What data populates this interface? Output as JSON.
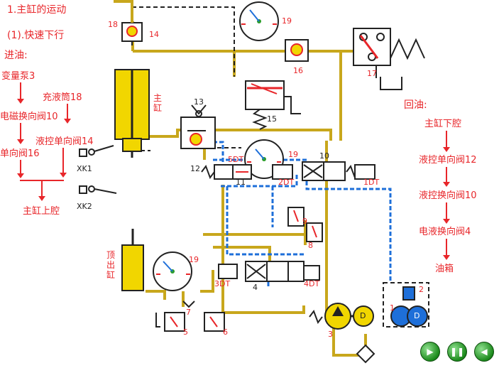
{
  "title": {
    "main": "1.主缸的运动",
    "sub": "(1).快速下行",
    "in_oil": "进油:"
  },
  "in_path": {
    "steps": [
      "变量泵3",
      "电磁换向阀10",
      "单向阀16",
      "主缸上腔"
    ],
    "branch_top": "充液筒18",
    "branch_mid": "液控单向阀14"
  },
  "return_path": {
    "heading": "回油:",
    "steps": [
      "主缸下腔",
      "液控单向阀12",
      "液控换向阀10",
      "电液换向阀4",
      "油箱"
    ]
  },
  "labels": {
    "main_cyl": "主\n缸",
    "top_cyl": "顶\n出\n缸",
    "xk1": "XK1",
    "xk2": "XK2",
    "n18": "18",
    "n14": "14",
    "n19a": "19",
    "n16": "16",
    "n17": "17",
    "n13": "13",
    "n15": "15",
    "n12": "12",
    "n19b": "19",
    "n10": "10",
    "n5dt": "5DT",
    "n11": "11",
    "n2dt": "2DT",
    "n1dt": "1DT",
    "n9": "9",
    "n8": "8",
    "n19c": "19",
    "n7": "7",
    "n3dt": "3DT",
    "n4": "4",
    "n4dt": "4DT",
    "n5": "5",
    "n6": "6",
    "n3": "3",
    "n1": "1",
    "n2": "2",
    "motor": "D"
  },
  "controls": {
    "play": "play-icon",
    "pause": "pause-icon",
    "back": "back-icon"
  },
  "colors": {
    "text": "#e8262a",
    "oil_line": "#c8a71c",
    "flow_line": "#1e6fd9",
    "valve_body": "#222222"
  }
}
